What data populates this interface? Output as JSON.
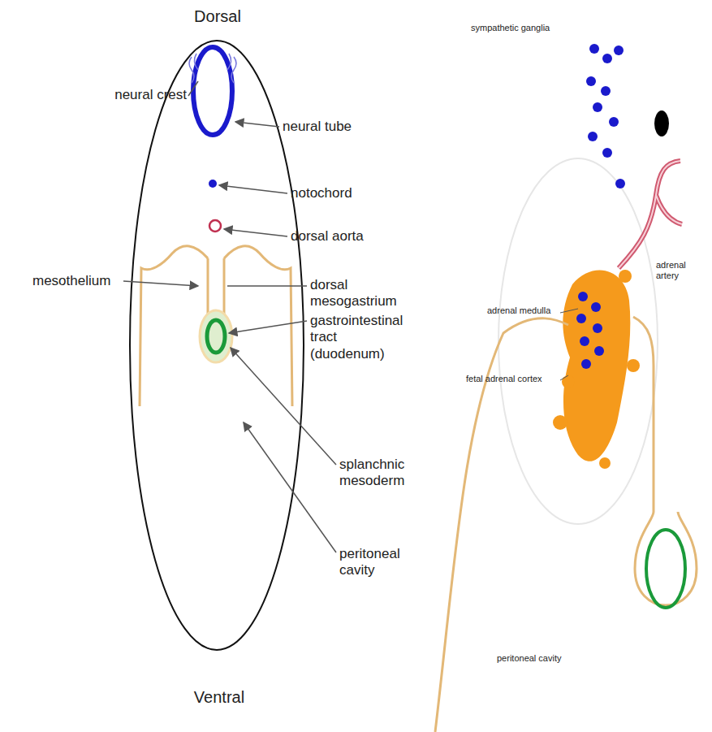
{
  "diagram": {
    "labels": [
      "Dorsal",
      "neural crest",
      "neural tube",
      "notochord",
      "dorsal aorta",
      "mesothelium",
      "dorsal mesogastrium",
      "gastrointestinal tract (duodenum)",
      "splanchnic mesoderm",
      "peritoneal cavity",
      "Ventral",
      "sympathetic ganglia",
      "adrenal artery",
      "adrenal medulla",
      "fetal adrenal cortex",
      "peritoneal cavity"
    ]
  }
}
